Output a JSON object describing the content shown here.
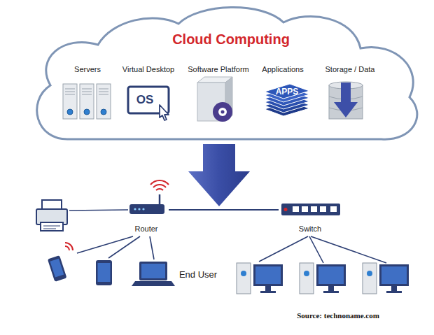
{
  "diagram": {
    "nodes": [
      {
        "text": [
          "Cloud Computing"
        ]
      },
      {
        "text": [
          "Servers"
        ],
        "in": 0
      },
      {
        "text": [
          "Virtual Desktop"
        ],
        "in": 0
      },
      {
        "text": [
          "Software Platform"
        ],
        "in": 0
      },
      {
        "text": [
          "Applications"
        ],
        "in": 0
      },
      {
        "text": [
          "Storage / Data"
        ],
        "in": 0
      },
      {
        "text": [
          "Router"
        ]
      },
      {
        "text": [
          "Switch"
        ]
      }
    ],
    "edges": [
      {
        "from": 6,
        "to": 7,
        "arrow": "none"
      }
    ],
    "labels": [
      "OS",
      "APPS",
      "End User",
      "Source: technoname.com"
    ]
  }
}
